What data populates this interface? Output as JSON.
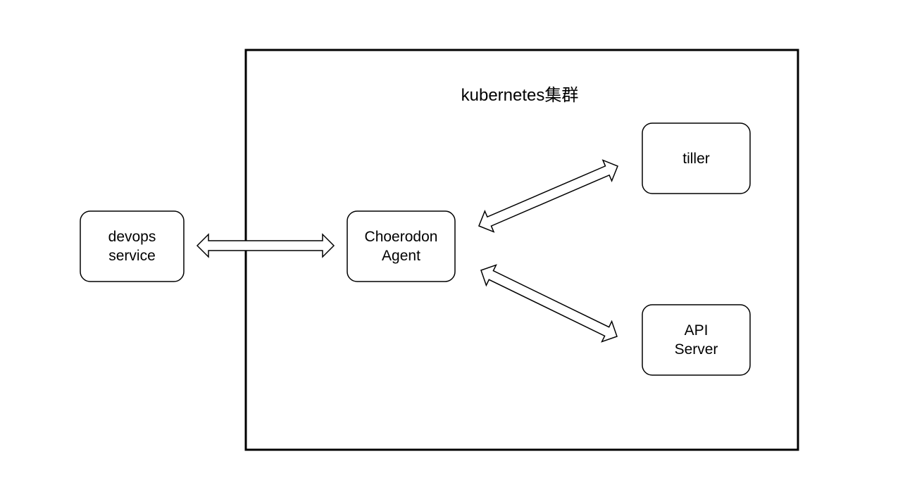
{
  "diagram": {
    "cluster": {
      "label": "kubernetes集群"
    },
    "nodes": {
      "devops": {
        "line1": "devops",
        "line2": "service"
      },
      "agent": {
        "line1": "Choerodon",
        "line2": "Agent"
      },
      "tiller": {
        "line1": "tiller"
      },
      "apiserver": {
        "line1": "API",
        "line2": "Server"
      }
    },
    "edges": [
      {
        "from": "devops",
        "to": "agent",
        "direction": "bidirectional"
      },
      {
        "from": "agent",
        "to": "tiller",
        "direction": "bidirectional"
      },
      {
        "from": "agent",
        "to": "apiserver",
        "direction": "bidirectional"
      }
    ],
    "colors": {
      "stroke": "#000000",
      "fill": "#ffffff"
    }
  }
}
